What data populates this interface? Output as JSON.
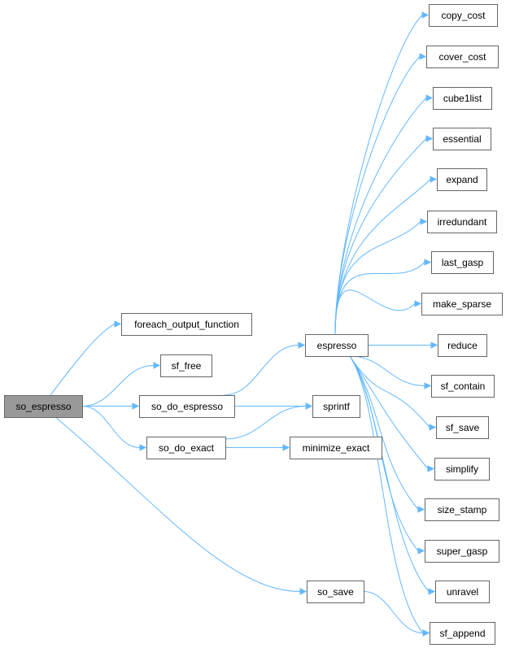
{
  "graph": {
    "type": "call-graph",
    "edge_color": "#63b8ff",
    "root_fill": "#999999",
    "nodes": [
      {
        "id": "so_espresso",
        "label": "so_espresso",
        "root": true
      },
      {
        "id": "foreach_output_function",
        "label": "foreach_output_function"
      },
      {
        "id": "sf_free",
        "label": "sf_free"
      },
      {
        "id": "so_do_espresso",
        "label": "so_do_espresso"
      },
      {
        "id": "so_do_exact",
        "label": "so_do_exact"
      },
      {
        "id": "so_save",
        "label": "so_save"
      },
      {
        "id": "espresso",
        "label": "espresso"
      },
      {
        "id": "sprintf",
        "label": "sprintf"
      },
      {
        "id": "minimize_exact",
        "label": "minimize_exact"
      },
      {
        "id": "copy_cost",
        "label": "copy_cost"
      },
      {
        "id": "cover_cost",
        "label": "cover_cost"
      },
      {
        "id": "cube1list",
        "label": "cube1list"
      },
      {
        "id": "essential",
        "label": "essential"
      },
      {
        "id": "expand",
        "label": "expand"
      },
      {
        "id": "irredundant",
        "label": "irredundant"
      },
      {
        "id": "last_gasp",
        "label": "last_gasp"
      },
      {
        "id": "make_sparse",
        "label": "make_sparse"
      },
      {
        "id": "reduce",
        "label": "reduce"
      },
      {
        "id": "sf_contain",
        "label": "sf_contain"
      },
      {
        "id": "sf_save",
        "label": "sf_save"
      },
      {
        "id": "simplify",
        "label": "simplify"
      },
      {
        "id": "size_stamp",
        "label": "size_stamp"
      },
      {
        "id": "super_gasp",
        "label": "super_gasp"
      },
      {
        "id": "unravel",
        "label": "unravel"
      },
      {
        "id": "sf_append",
        "label": "sf_append"
      }
    ],
    "edges": [
      {
        "from": "so_espresso",
        "to": "foreach_output_function"
      },
      {
        "from": "so_espresso",
        "to": "sf_free"
      },
      {
        "from": "so_espresso",
        "to": "so_do_espresso"
      },
      {
        "from": "so_espresso",
        "to": "so_do_exact"
      },
      {
        "from": "so_espresso",
        "to": "so_save"
      },
      {
        "from": "so_do_espresso",
        "to": "espresso"
      },
      {
        "from": "so_do_espresso",
        "to": "sprintf"
      },
      {
        "from": "so_do_exact",
        "to": "sprintf"
      },
      {
        "from": "so_do_exact",
        "to": "minimize_exact"
      },
      {
        "from": "so_save",
        "to": "sf_append"
      },
      {
        "from": "espresso",
        "to": "copy_cost"
      },
      {
        "from": "espresso",
        "to": "cover_cost"
      },
      {
        "from": "espresso",
        "to": "cube1list"
      },
      {
        "from": "espresso",
        "to": "essential"
      },
      {
        "from": "espresso",
        "to": "expand"
      },
      {
        "from": "espresso",
        "to": "irredundant"
      },
      {
        "from": "espresso",
        "to": "last_gasp"
      },
      {
        "from": "espresso",
        "to": "make_sparse"
      },
      {
        "from": "espresso",
        "to": "reduce"
      },
      {
        "from": "espresso",
        "to": "sf_contain"
      },
      {
        "from": "espresso",
        "to": "sf_save"
      },
      {
        "from": "espresso",
        "to": "simplify"
      },
      {
        "from": "espresso",
        "to": "size_stamp"
      },
      {
        "from": "espresso",
        "to": "super_gasp"
      },
      {
        "from": "espresso",
        "to": "unravel"
      },
      {
        "from": "espresso",
        "to": "sf_append"
      }
    ]
  }
}
